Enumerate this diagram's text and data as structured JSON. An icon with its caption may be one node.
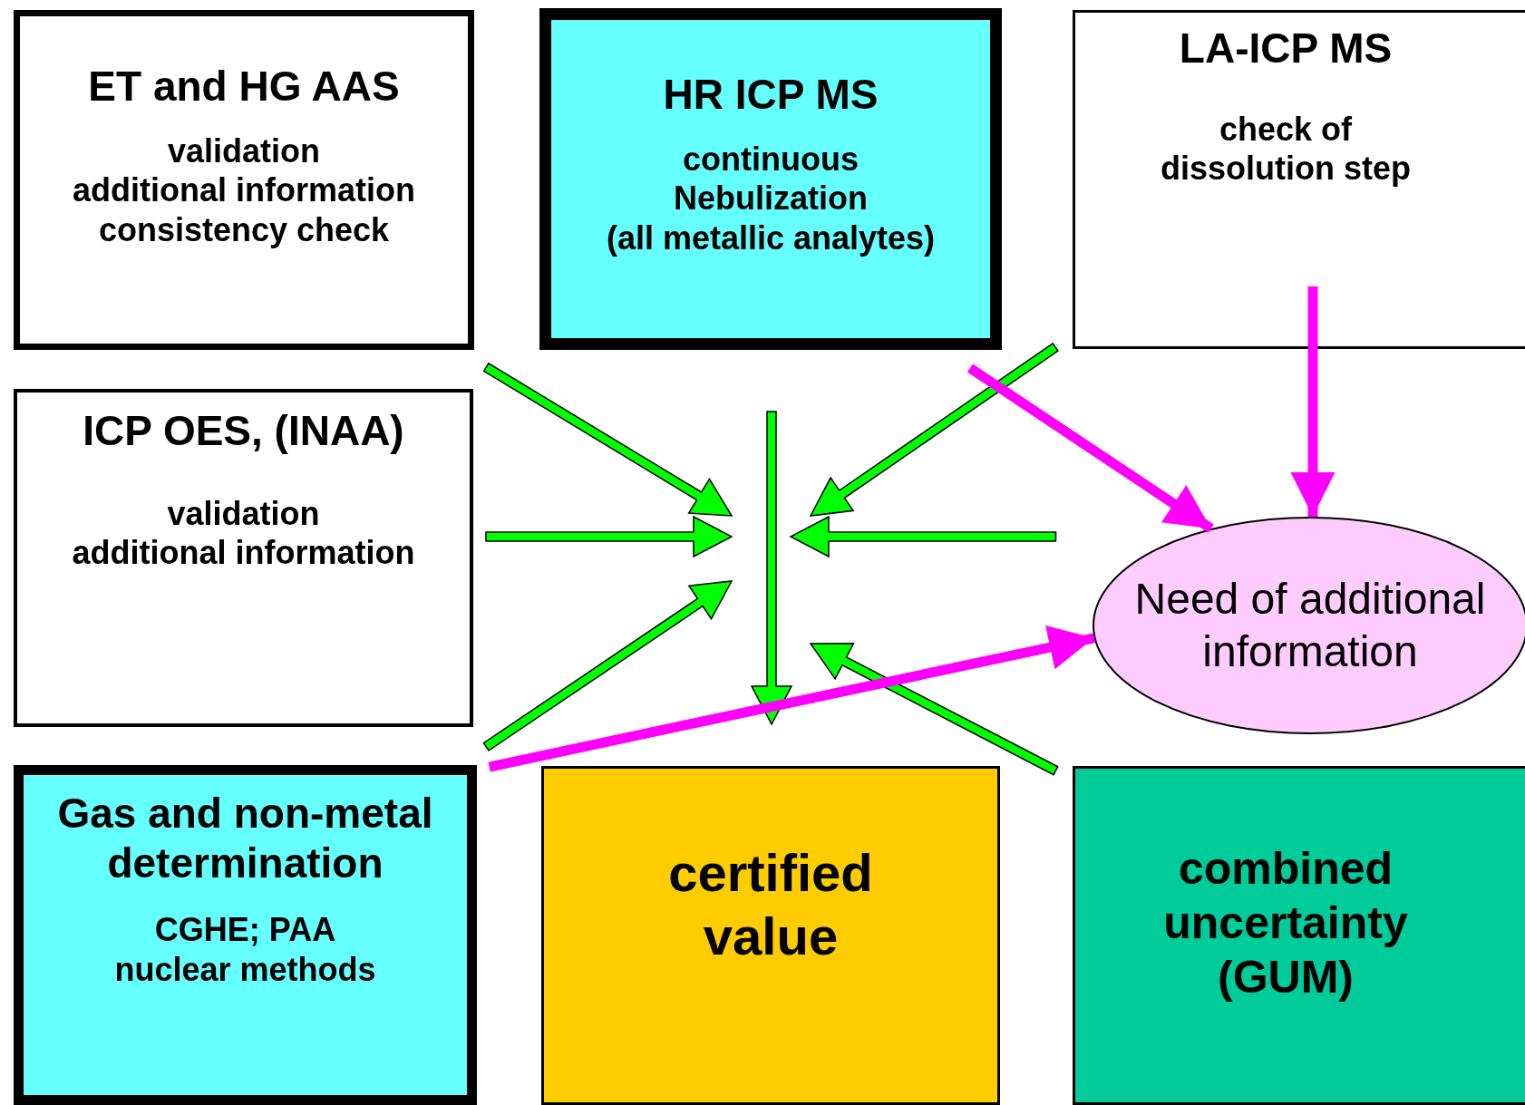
{
  "diagram": {
    "nodes": [
      {
        "text": [
          "ET and HG AAS",
          "validation",
          "additional information",
          "consistency check"
        ]
      },
      {
        "text": [
          "HR ICP MS",
          "continuous Nebulization",
          "(all metallic analytes)"
        ]
      },
      {
        "text": [
          "LA-ICP MS",
          "check of dissolution step"
        ]
      },
      {
        "text": [
          "ICP OES, (INAA)",
          "validation",
          "additional information"
        ]
      },
      {
        "text": [
          "Need of additional information"
        ]
      },
      {
        "text": [
          "Gas and non-metal determination",
          "CGHE; PAA",
          "nuclear methods"
        ]
      },
      {
        "text": [
          "certified value"
        ]
      },
      {
        "text": [
          "combined uncertainty (GUM)"
        ]
      }
    ],
    "edges": [
      {
        "from": 0,
        "to": null,
        "arrow": "to"
      },
      {
        "from": 3,
        "to": null,
        "arrow": "to"
      },
      {
        "from": 5,
        "to": null,
        "arrow": "to"
      },
      {
        "from": 1,
        "to": 6,
        "arrow": "to"
      },
      {
        "from": 2,
        "to": null,
        "arrow": "to"
      },
      {
        "from": 4,
        "to": null,
        "arrow": "to"
      },
      {
        "from": 7,
        "to": null,
        "arrow": "to"
      },
      {
        "from": 1,
        "to": 4,
        "arrow": "to",
        "color": "#ff00ff"
      },
      {
        "from": 2,
        "to": 4,
        "arrow": "to",
        "color": "#ff00ff"
      },
      {
        "from": 5,
        "to": 4,
        "arrow": "to",
        "color": "#ff00ff"
      }
    ]
  }
}
